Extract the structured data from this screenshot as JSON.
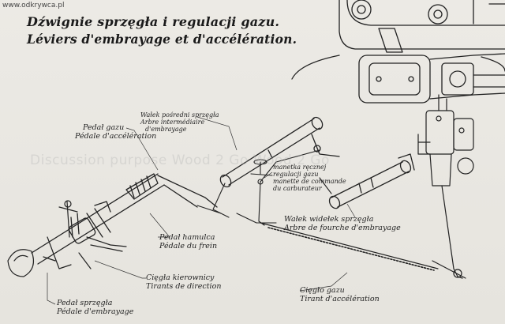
{
  "watermark": {
    "site": "www.odkrywca.pl",
    "center": "Discussion purpose Wood 2 Go Wood 2 Go"
  },
  "title": {
    "polish": "Dźwignie sprzęgła i regulacji gazu.",
    "french": "Léviers d'embrayage et d'accélération."
  },
  "labels": {
    "intermediate_shaft": {
      "pl": "Wałek pośredni sprzęgła",
      "fr1": "Arbre intermédiaire",
      "fr2": "d'embrayage"
    },
    "gas_pedal": {
      "pl": "Pedał gazu",
      "fr": "Pédale d'accélération"
    },
    "hand_throttle": {
      "pl1": "manetka ręcznej",
      "pl2": "regulacji gazu",
      "fr1": "manette de commande",
      "fr2": "du carburateur"
    },
    "fork_shaft": {
      "pl": "Wałek widełek sprzęgła",
      "fr": "Arbre de fourche d'embrayage"
    },
    "brake_pedal": {
      "pl": "Pedał hamulca",
      "fr": "Pédale du frein"
    },
    "steering_rods": {
      "pl": "Cięgła kierownicy",
      "fr": "Tirants de direction"
    },
    "throttle_rod": {
      "pl": "Cięgło gazu",
      "fr": "Tirant d'accélération"
    },
    "clutch_pedal": {
      "pl": "Pedał sprzęgła",
      "fr": "Pédale d'embrayage"
    }
  }
}
